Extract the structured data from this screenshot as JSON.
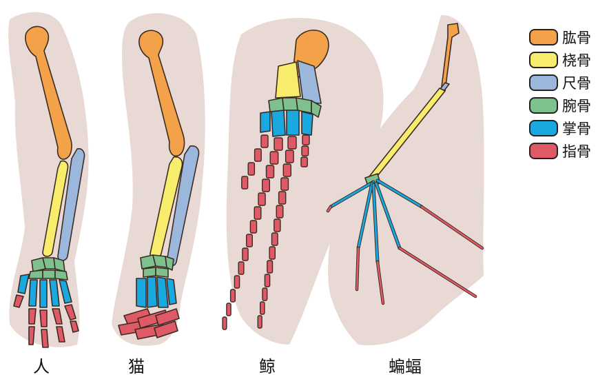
{
  "colors": {
    "humerus": "#f4a24a",
    "radius": "#f8ec6c",
    "ulna": "#9bb8dc",
    "carpals": "#7ec08e",
    "metacarpals": "#19a8e0",
    "phalanges": "#df5a66",
    "skin": "#e9d9d4",
    "outline": "#3a2a22"
  },
  "animals": [
    {
      "label": "人"
    },
    {
      "label": "猫"
    },
    {
      "label": "鲸"
    },
    {
      "label": "蝙蝠"
    }
  ],
  "legend": [
    {
      "label": "肱骨",
      "color": "#f4a24a"
    },
    {
      "label": "桡骨",
      "color": "#f8ec6c"
    },
    {
      "label": "尺骨",
      "color": "#9bb8dc"
    },
    {
      "label": "腕骨",
      "color": "#7ec08e"
    },
    {
      "label": "掌骨",
      "color": "#19a8e0"
    },
    {
      "label": "指骨",
      "color": "#df5a66"
    }
  ]
}
